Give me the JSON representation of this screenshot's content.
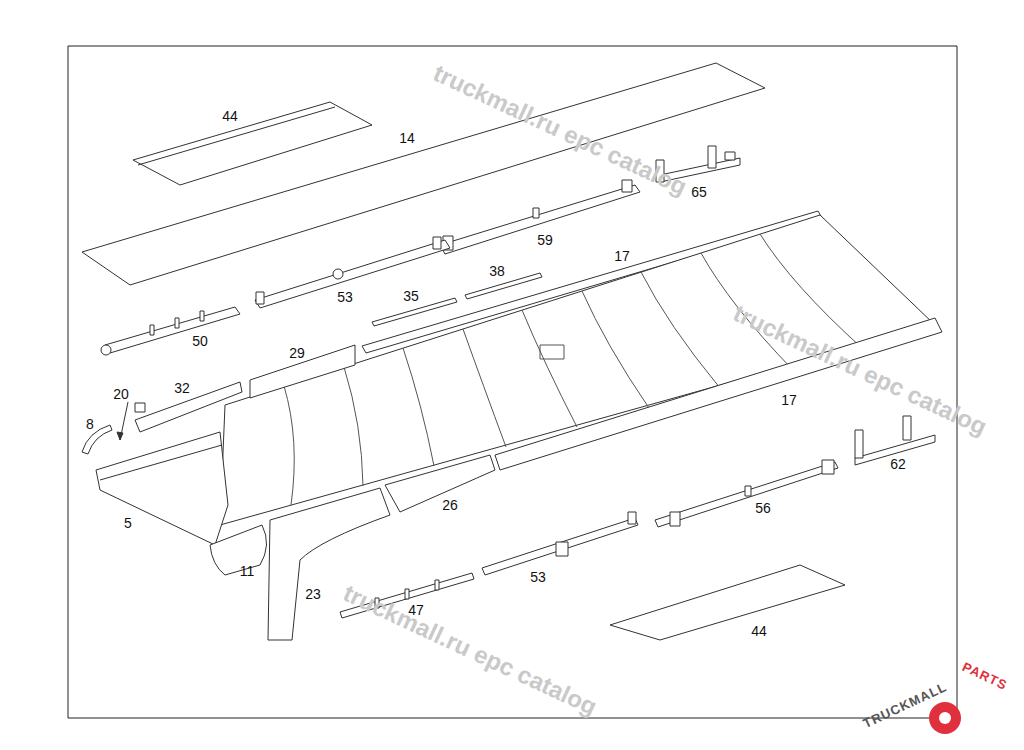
{
  "diagram": {
    "labels": [
      "44",
      "14",
      "65",
      "59",
      "17",
      "38",
      "53",
      "35",
      "50",
      "29",
      "17",
      "20",
      "32",
      "8",
      "62",
      "26",
      "5",
      "56",
      "11",
      "53",
      "23",
      "47",
      "44",
      "truckmall.ru epc catalog",
      "truckmall.ru epc catalog",
      "truckmall.ru epc catalog",
      "TRUCKMALL",
      "PARTS"
    ]
  }
}
